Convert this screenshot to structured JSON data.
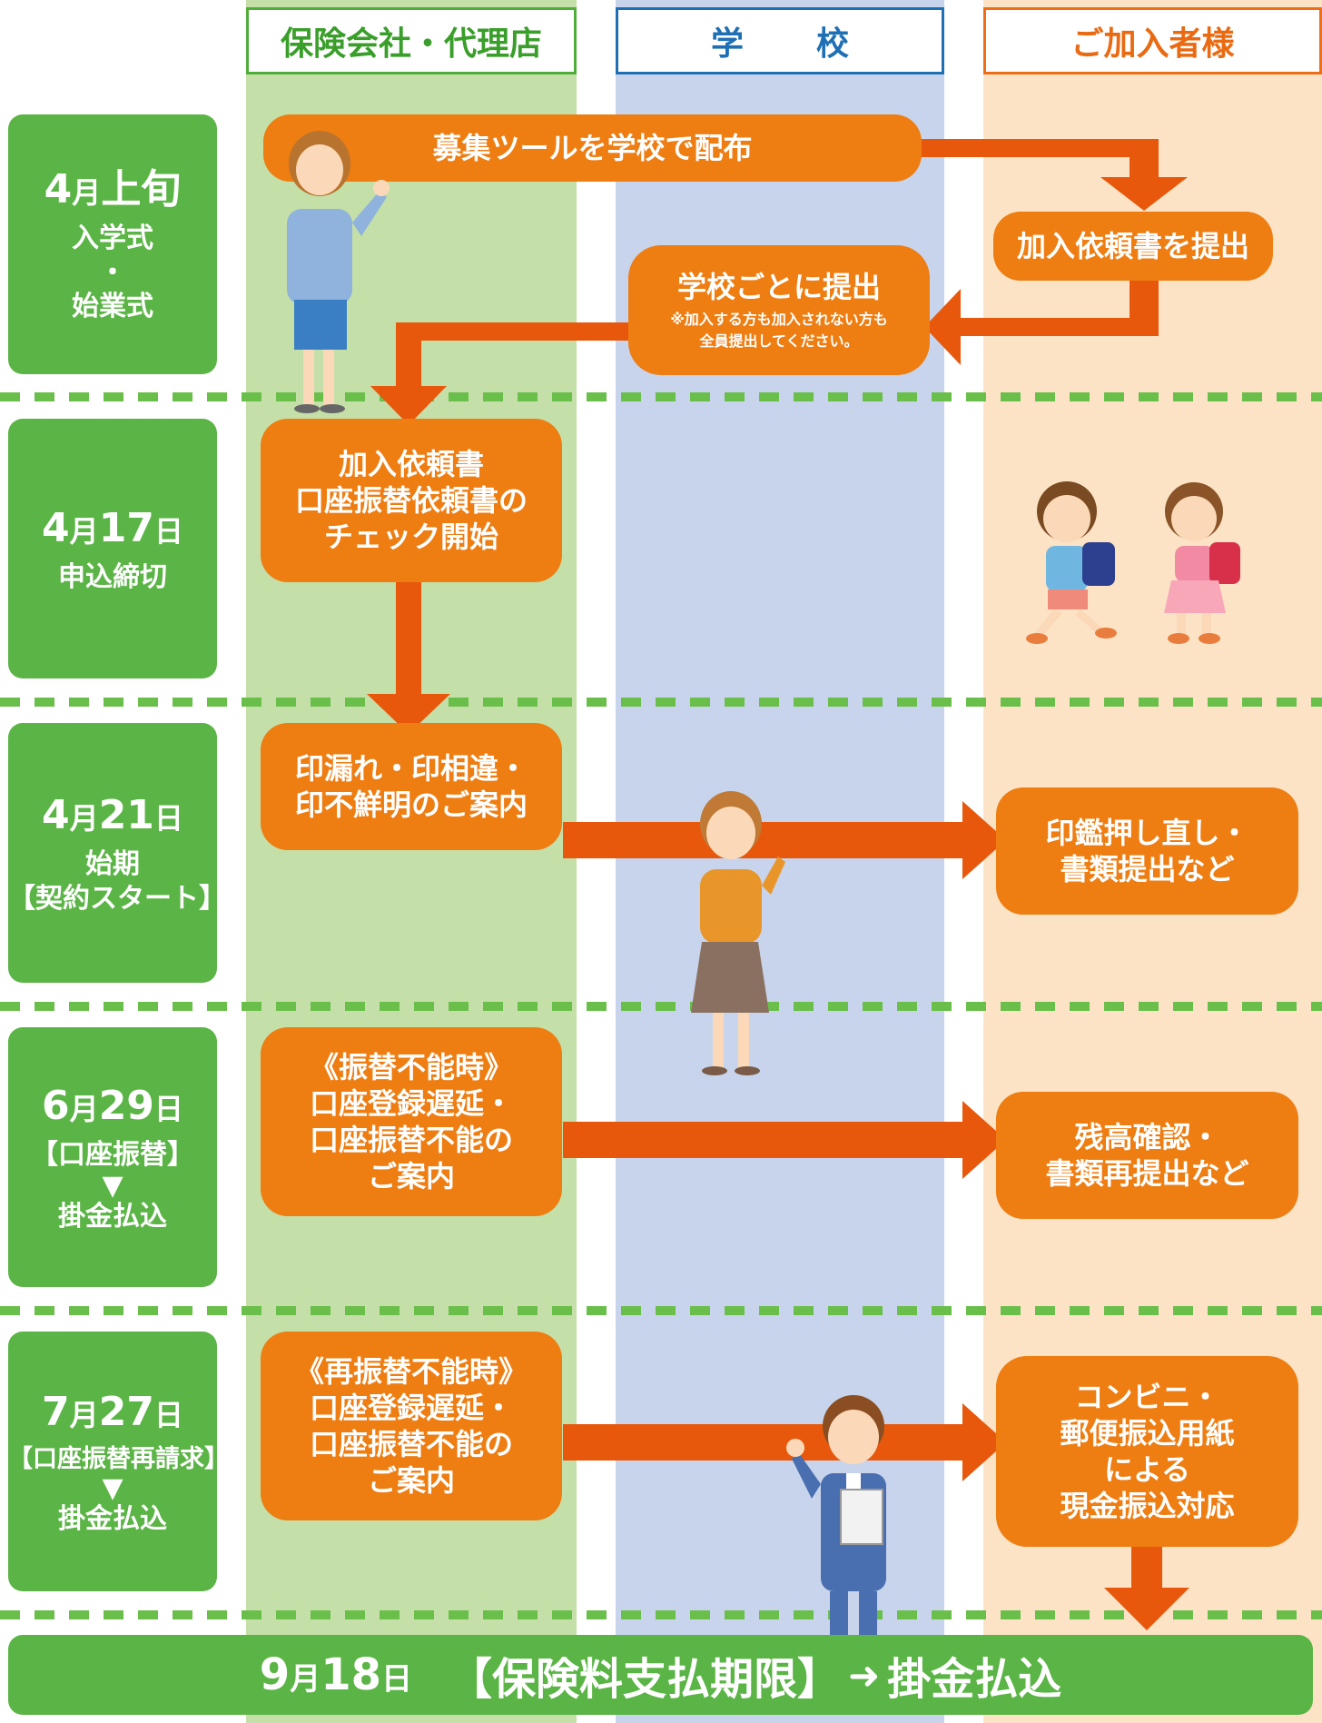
{
  "lanes": {
    "insurance": "保険会社・代理店",
    "school": "学　校",
    "member": "ご加入者様"
  },
  "periods": [
    {
      "date_num1": "4",
      "date_unit1": "月",
      "date_rest": "上旬",
      "lines": [
        "入学式",
        "・",
        "始業式"
      ]
    },
    {
      "date_num1": "4",
      "date_unit1": "月",
      "date_num2": "17",
      "date_unit2": "日",
      "lines": [
        "申込締切"
      ]
    },
    {
      "date_num1": "4",
      "date_unit1": "月",
      "date_num2": "21",
      "date_unit2": "日",
      "lines": [
        "始期",
        "【契約スタート】"
      ]
    },
    {
      "date_num1": "6",
      "date_unit1": "月",
      "date_num2": "29",
      "date_unit2": "日",
      "lines": [
        "【口座振替】",
        "▼",
        "掛金払込"
      ]
    },
    {
      "date_num1": "7",
      "date_unit1": "月",
      "date_num2": "27",
      "date_unit2": "日",
      "lines": [
        "【口座振替再請求】",
        "▼",
        "掛金払込"
      ]
    }
  ],
  "boxes": {
    "distribute": "募集ツールを学校で配布",
    "submit_request": "加入依頼書を提出",
    "school_submit": "学校ごとに提出",
    "school_note1": "※加入する方も加入されない方も",
    "school_note2": "全員提出してください。",
    "check1": "加入依頼書",
    "check2": "口座振替依頼書の",
    "check3": "チェック開始",
    "seal1": "印漏れ・印相違・",
    "seal2": "印不鮮明のご案内",
    "reseal1": "印鑑押し直し・",
    "reseal2": "書類提出など",
    "fail1": "《振替不能時》",
    "fail2": "口座登録遅延・",
    "fail3": "口座振替不能の",
    "fail4": "ご案内",
    "balance1": "残高確認・",
    "balance2": "書類再提出など",
    "refail1": "《再振替不能時》",
    "refail2": "口座登録遅延・",
    "refail3": "口座振替不能の",
    "refail4": "ご案内",
    "conv1": "コンビニ・",
    "conv2": "郵便振込用紙",
    "conv3": "による",
    "conv4": "現金振込対応"
  },
  "bottom": {
    "date_num1": "9",
    "date_unit1": "月",
    "date_num2": "18",
    "date_unit2": "日",
    "label": "【保険料支払期限】",
    "arrow": "➜",
    "result": "掛金払込"
  },
  "colors": {
    "period_green": "#5bb446",
    "box_orange": "#ee7d12",
    "arrow_orange": "#e8580c",
    "lane_green": "#c5dfa8",
    "lane_blue": "#c8d4ec",
    "lane_peach": "#fce3c5"
  }
}
